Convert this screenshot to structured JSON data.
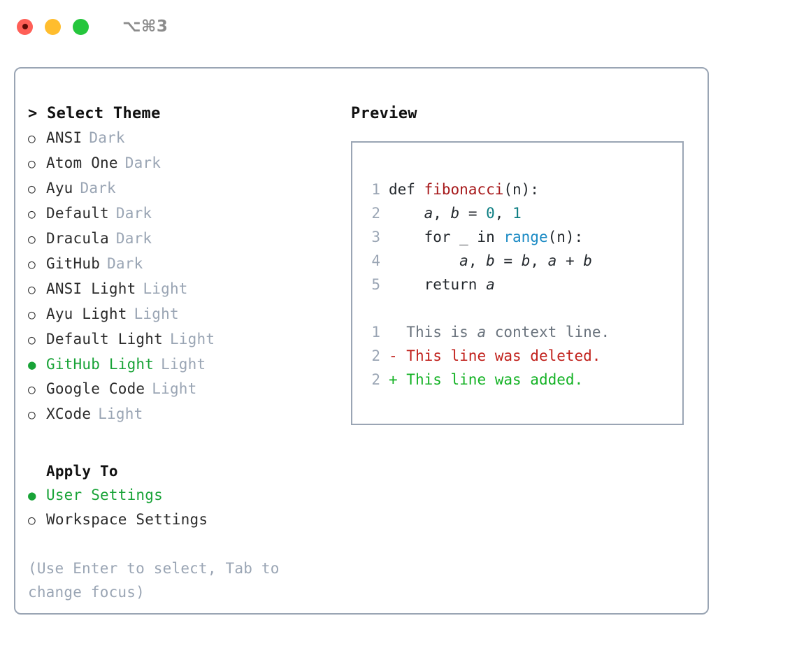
{
  "window": {
    "title": "⌥⌘3",
    "traffic_lights": [
      {
        "name": "close",
        "color": "#ff5f57"
      },
      {
        "name": "minimize",
        "color": "#ffbd2e"
      },
      {
        "name": "maximize",
        "color": "#25c63c"
      }
    ]
  },
  "theme_picker": {
    "heading": "> Select Theme",
    "options": [
      {
        "bullet": "○",
        "name": "ANSI",
        "tag": "Dark",
        "selected": false
      },
      {
        "bullet": "○",
        "name": "Atom One",
        "tag": "Dark",
        "selected": false
      },
      {
        "bullet": "○",
        "name": "Ayu",
        "tag": "Dark",
        "selected": false
      },
      {
        "bullet": "○",
        "name": "Default",
        "tag": "Dark",
        "selected": false
      },
      {
        "bullet": "○",
        "name": "Dracula",
        "tag": "Dark",
        "selected": false
      },
      {
        "bullet": "○",
        "name": "GitHub",
        "tag": "Dark",
        "selected": false
      },
      {
        "bullet": "○",
        "name": "ANSI Light",
        "tag": "Light",
        "selected": false
      },
      {
        "bullet": "○",
        "name": "Ayu Light",
        "tag": "Light",
        "selected": false
      },
      {
        "bullet": "○",
        "name": "Default Light",
        "tag": "Light",
        "selected": false
      },
      {
        "bullet": "●",
        "name": "GitHub Light",
        "tag": "Light",
        "selected": true
      },
      {
        "bullet": "○",
        "name": "Google Code",
        "tag": "Light",
        "selected": false
      },
      {
        "bullet": "○",
        "name": "XCode",
        "tag": "Light",
        "selected": false
      }
    ]
  },
  "apply_to": {
    "heading": "Apply To",
    "options": [
      {
        "bullet": "●",
        "name": "User Settings",
        "selected": true
      },
      {
        "bullet": "○",
        "name": "Workspace Settings",
        "selected": false
      }
    ]
  },
  "hint": "(Use Enter to select, Tab to change focus)",
  "preview": {
    "label": "Preview",
    "code_lines": [
      {
        "no": "1",
        "tokens": [
          {
            "t": "def ",
            "c": "tok-def"
          },
          {
            "t": "fibonacci",
            "c": "tok-func"
          },
          {
            "t": "(n):",
            "c": "tok-punct"
          }
        ]
      },
      {
        "no": "2",
        "tokens": [
          {
            "t": "    ",
            "c": "tok-punct"
          },
          {
            "t": "a",
            "c": "tok-var"
          },
          {
            "t": ", ",
            "c": "tok-punct"
          },
          {
            "t": "b",
            "c": "tok-var"
          },
          {
            "t": " = ",
            "c": "tok-punct"
          },
          {
            "t": "0",
            "c": "tok-num"
          },
          {
            "t": ", ",
            "c": "tok-punct"
          },
          {
            "t": "1",
            "c": "tok-num"
          }
        ]
      },
      {
        "no": "3",
        "tokens": [
          {
            "t": "    for _ in ",
            "c": "tok-def"
          },
          {
            "t": "range",
            "c": "tok-builtin"
          },
          {
            "t": "(n):",
            "c": "tok-punct"
          }
        ]
      },
      {
        "no": "4",
        "tokens": [
          {
            "t": "        ",
            "c": "tok-punct"
          },
          {
            "t": "a",
            "c": "tok-var"
          },
          {
            "t": ", ",
            "c": "tok-punct"
          },
          {
            "t": "b",
            "c": "tok-var"
          },
          {
            "t": " = ",
            "c": "tok-punct"
          },
          {
            "t": "b",
            "c": "tok-var"
          },
          {
            "t": ", ",
            "c": "tok-punct"
          },
          {
            "t": "a",
            "c": "tok-var"
          },
          {
            "t": " + ",
            "c": "tok-punct"
          },
          {
            "t": "b",
            "c": "tok-var"
          }
        ]
      },
      {
        "no": "5",
        "tokens": [
          {
            "t": "    return ",
            "c": "tok-def"
          },
          {
            "t": "a",
            "c": "tok-var"
          }
        ]
      }
    ],
    "diff_lines": [
      {
        "no": "1",
        "marker": "  ",
        "text_before": "This is ",
        "text_italic": "a",
        "text_after": " context line.",
        "kind": "diff-ctx"
      },
      {
        "no": "2",
        "marker": "- ",
        "text_before": "This line was deleted.",
        "text_italic": "",
        "text_after": "",
        "kind": "diff-del"
      },
      {
        "no": "2",
        "marker": "+ ",
        "text_before": "This line was added.",
        "text_italic": "",
        "text_after": "",
        "kind": "diff-add"
      }
    ]
  },
  "colors": {
    "accent_green": "#18a337",
    "muted_slate": "#9aa5b4",
    "border": "#9aa5b4",
    "func_red": "#a6181a",
    "number_teal": "#0b7d81",
    "builtin_blue": "#1a8ac4",
    "diff_add": "#13b224",
    "diff_del": "#c1211c",
    "text": "#24292e"
  }
}
